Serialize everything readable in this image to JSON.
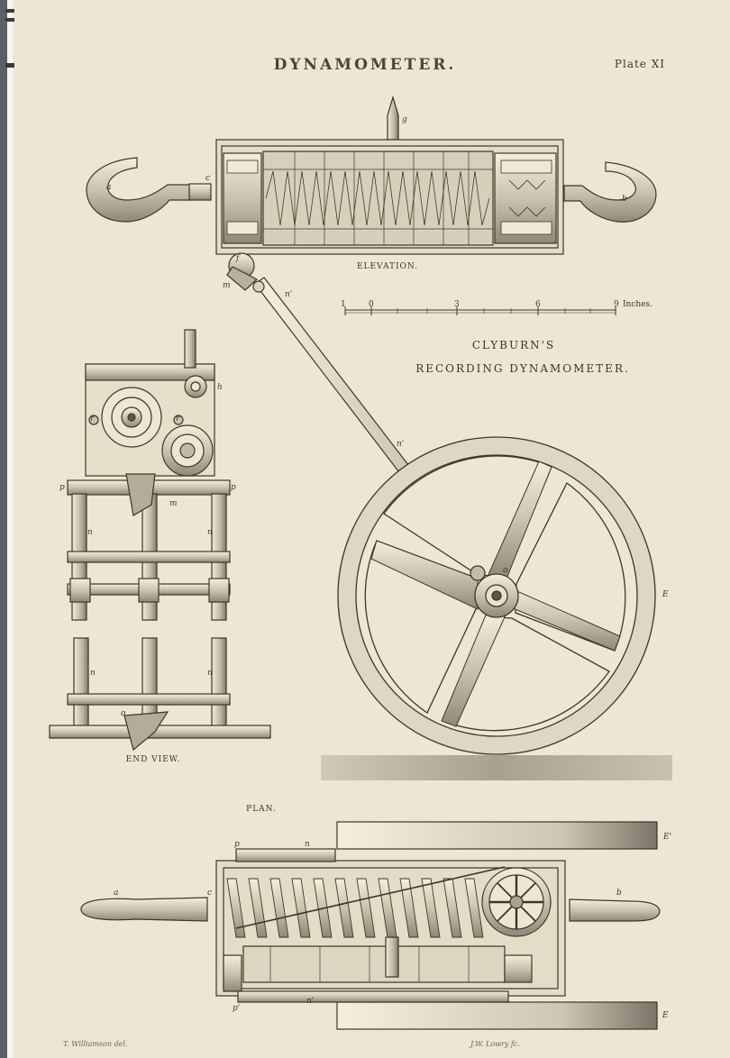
{
  "plate": {
    "title": "DYNAMOMETER.",
    "plate_number": "Plate XI",
    "subtitle_line1": "CLYBURN'S",
    "subtitle_line2": "RECORDING DYNAMOMETER.",
    "engraver_credit": "J.W. Lowry fc.",
    "draughtsman_credit": "T. Williamson del."
  },
  "views": {
    "elevation": "ELEVATION.",
    "end_view": "END VIEW.",
    "plan": "PLAN."
  },
  "scale": {
    "ticks": [
      "1",
      "0",
      "3",
      "6",
      "9"
    ],
    "unit": "Inches."
  },
  "labels": {
    "a": "a",
    "b": "b",
    "c": "c",
    "g": "g",
    "f": "f",
    "m": "m",
    "n": "n",
    "n1": "n'",
    "p": "p",
    "p1": "p'",
    "E": "E",
    "E1": "E'",
    "r": "r",
    "o": "o",
    "h": "h"
  },
  "colors": {
    "paper": "#ece7d2",
    "ink": "#3b362c",
    "shade": "#a9a394"
  }
}
